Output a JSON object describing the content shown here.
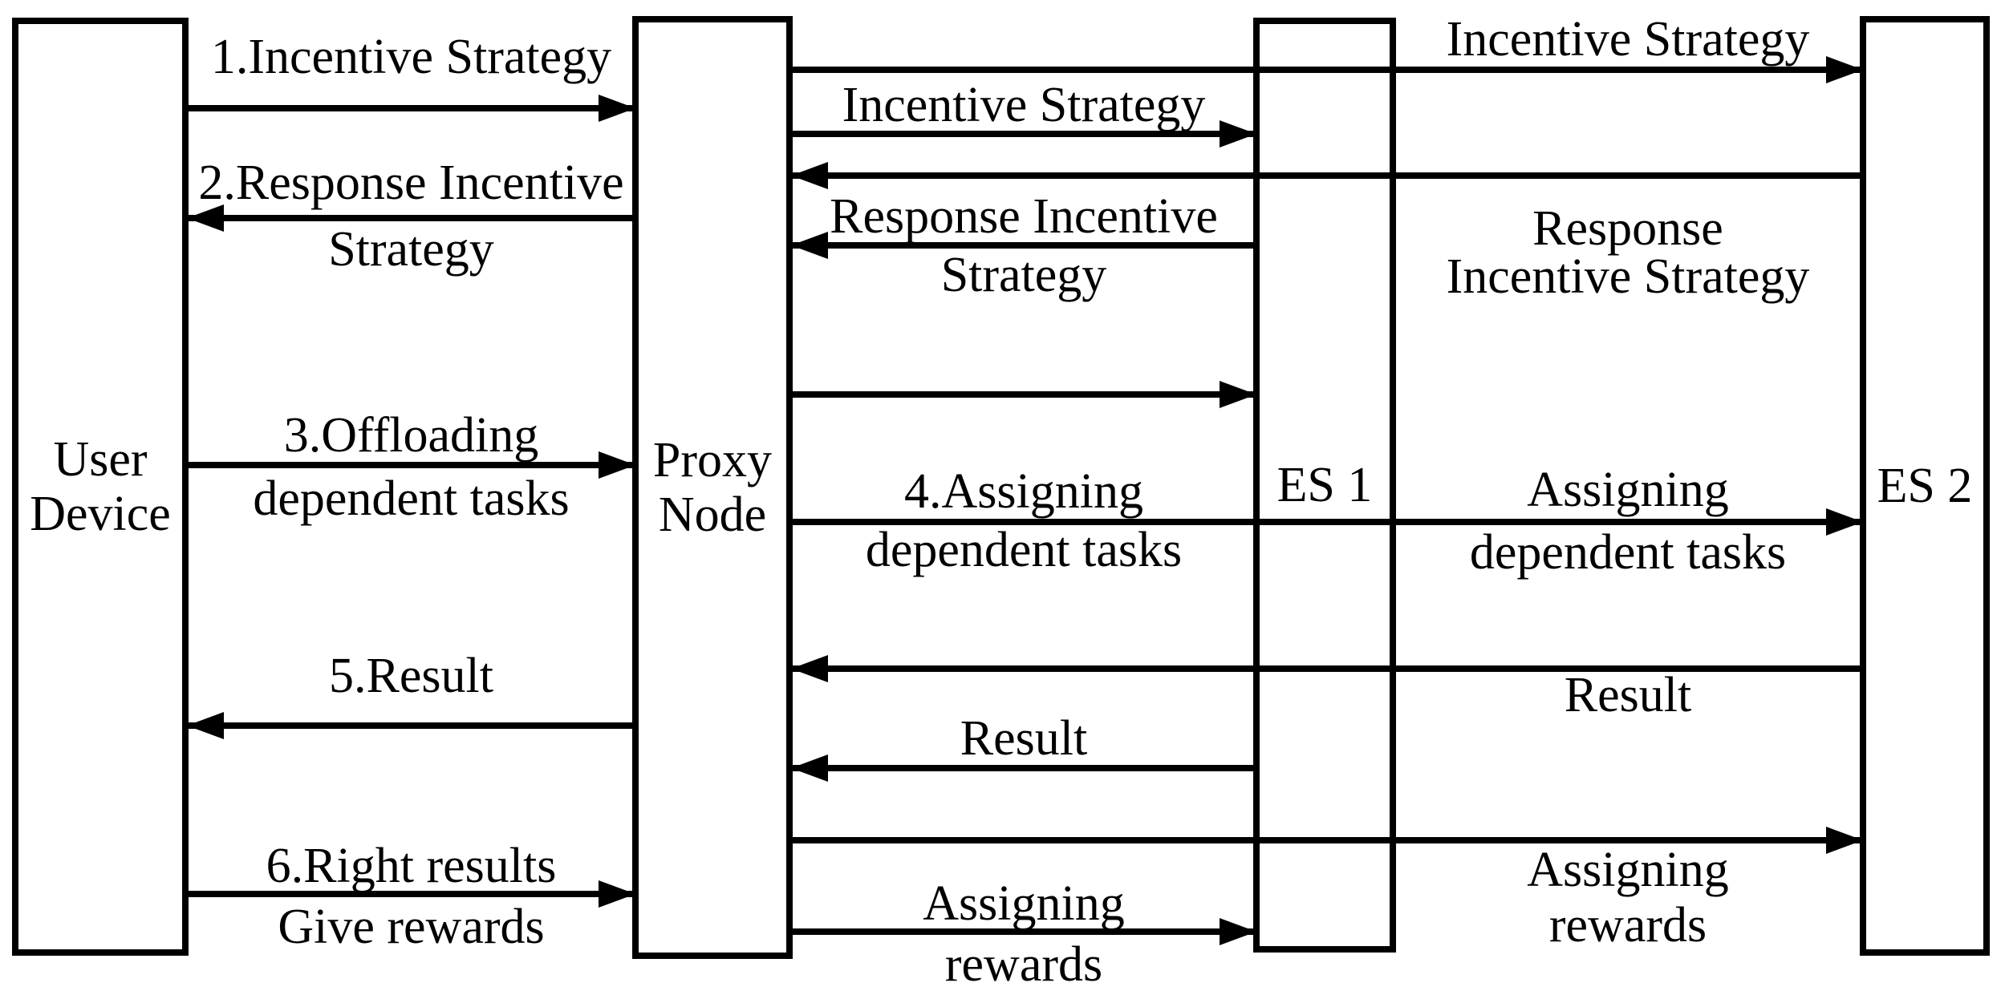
{
  "colors": {
    "ink": "#000000",
    "paper": "#ffffff"
  },
  "actors": {
    "user_device": {
      "line1": "User",
      "line2": "Device"
    },
    "proxy_node": {
      "line1": "Proxy",
      "line2": "Node"
    },
    "es1": {
      "label": "ES 1"
    },
    "es2": {
      "label": "ES 2"
    }
  },
  "messages": {
    "user_incentive": {
      "line1": "1.Incentive Strategy"
    },
    "proxy_es1_incentive": {
      "line1": "Incentive Strategy"
    },
    "proxy_es2_incentive": {
      "line1": "Incentive Strategy"
    },
    "user_response": {
      "line1": "2.Response Incentive",
      "line2": "Strategy"
    },
    "es1_response": {
      "line1": "Response Incentive",
      "line2": "Strategy"
    },
    "es2_response": {
      "line1": "Response",
      "line2": "Incentive Strategy"
    },
    "user_offloading": {
      "line1": "3.Offloading",
      "line2": "dependent tasks"
    },
    "proxy_assigning": {
      "line1": "4.Assigning",
      "line2": "dependent tasks"
    },
    "es2_assigning": {
      "line1": "Assigning",
      "line2": "dependent tasks"
    },
    "user_result": {
      "line1": "5.Result"
    },
    "es1_result": {
      "line1": "Result"
    },
    "es2_result": {
      "line1": "Result"
    },
    "user_rewards": {
      "line1": "6.Right results",
      "line2": "Give rewards"
    },
    "proxy_rewards": {
      "line1": "Assigning",
      "line2": "rewards"
    },
    "es2_rewards": {
      "line1": "Assigning",
      "line2": "rewards"
    }
  }
}
